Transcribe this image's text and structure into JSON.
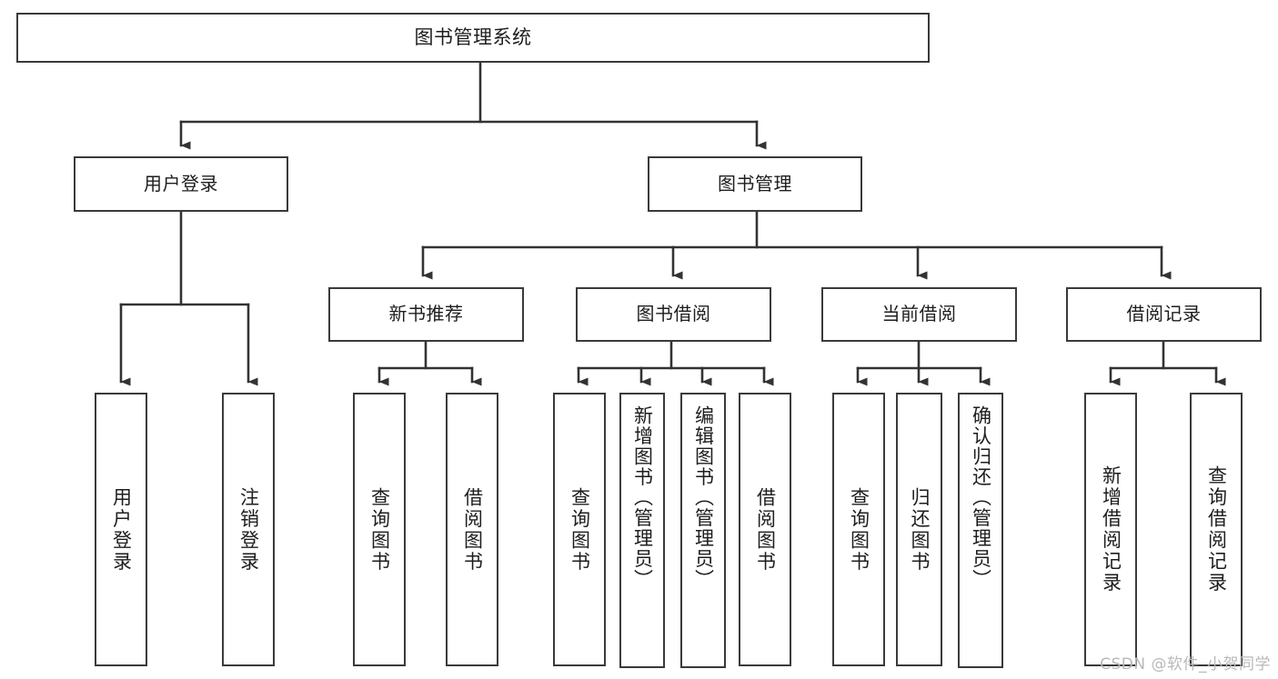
{
  "diagram": {
    "type": "tree",
    "title": "图书管理系统",
    "orientation": "top-down",
    "colors": {
      "box_stroke": "#3a3a3a",
      "box_fill": "#ffffff",
      "connector": "#333333",
      "text": "#1d1d1d",
      "watermark": "#b9b9b9",
      "background": "#ffffff"
    },
    "root": {
      "id": "root",
      "label": "图书管理系统"
    },
    "level1": [
      {
        "id": "user-login",
        "label": "用户登录"
      },
      {
        "id": "book-management",
        "label": "图书管理"
      }
    ],
    "level2": [
      {
        "id": "new-book-recommend",
        "label": "新书推荐",
        "parent": "book-management"
      },
      {
        "id": "book-borrow",
        "label": "图书借阅",
        "parent": "book-management"
      },
      {
        "id": "current-borrow",
        "label": "当前借阅",
        "parent": "book-management"
      },
      {
        "id": "borrow-record",
        "label": "借阅记录",
        "parent": "book-management"
      }
    ],
    "leaves": [
      {
        "id": "leaf-user-login",
        "label": "用户登录",
        "parent": "user-login"
      },
      {
        "id": "leaf-user-logout",
        "label": "注销登录",
        "parent": "user-login"
      },
      {
        "id": "leaf-query-book-1",
        "label": "查询图书",
        "parent": "new-book-recommend"
      },
      {
        "id": "leaf-borrow-book-1",
        "label": "借阅图书",
        "parent": "new-book-recommend"
      },
      {
        "id": "leaf-query-book-2",
        "label": "查询图书",
        "parent": "book-borrow"
      },
      {
        "id": "leaf-add-book",
        "label": "新增图书（管理员）",
        "parent": "book-borrow"
      },
      {
        "id": "leaf-edit-book",
        "label": "编辑图书（管理员）",
        "parent": "book-borrow"
      },
      {
        "id": "leaf-borrow-book-2",
        "label": "借阅图书",
        "parent": "book-borrow"
      },
      {
        "id": "leaf-query-book-3",
        "label": "查询图书",
        "parent": "current-borrow"
      },
      {
        "id": "leaf-return-book",
        "label": "归还图书",
        "parent": "current-borrow"
      },
      {
        "id": "leaf-confirm-return",
        "label": "确认归还（管理员）",
        "parent": "current-borrow"
      },
      {
        "id": "leaf-add-record",
        "label": "新增借阅记录",
        "parent": "borrow-record"
      },
      {
        "id": "leaf-query-record",
        "label": "查询借阅记录",
        "parent": "borrow-record"
      }
    ]
  },
  "watermark": {
    "text": "CSDN @软件_小贺同学"
  }
}
